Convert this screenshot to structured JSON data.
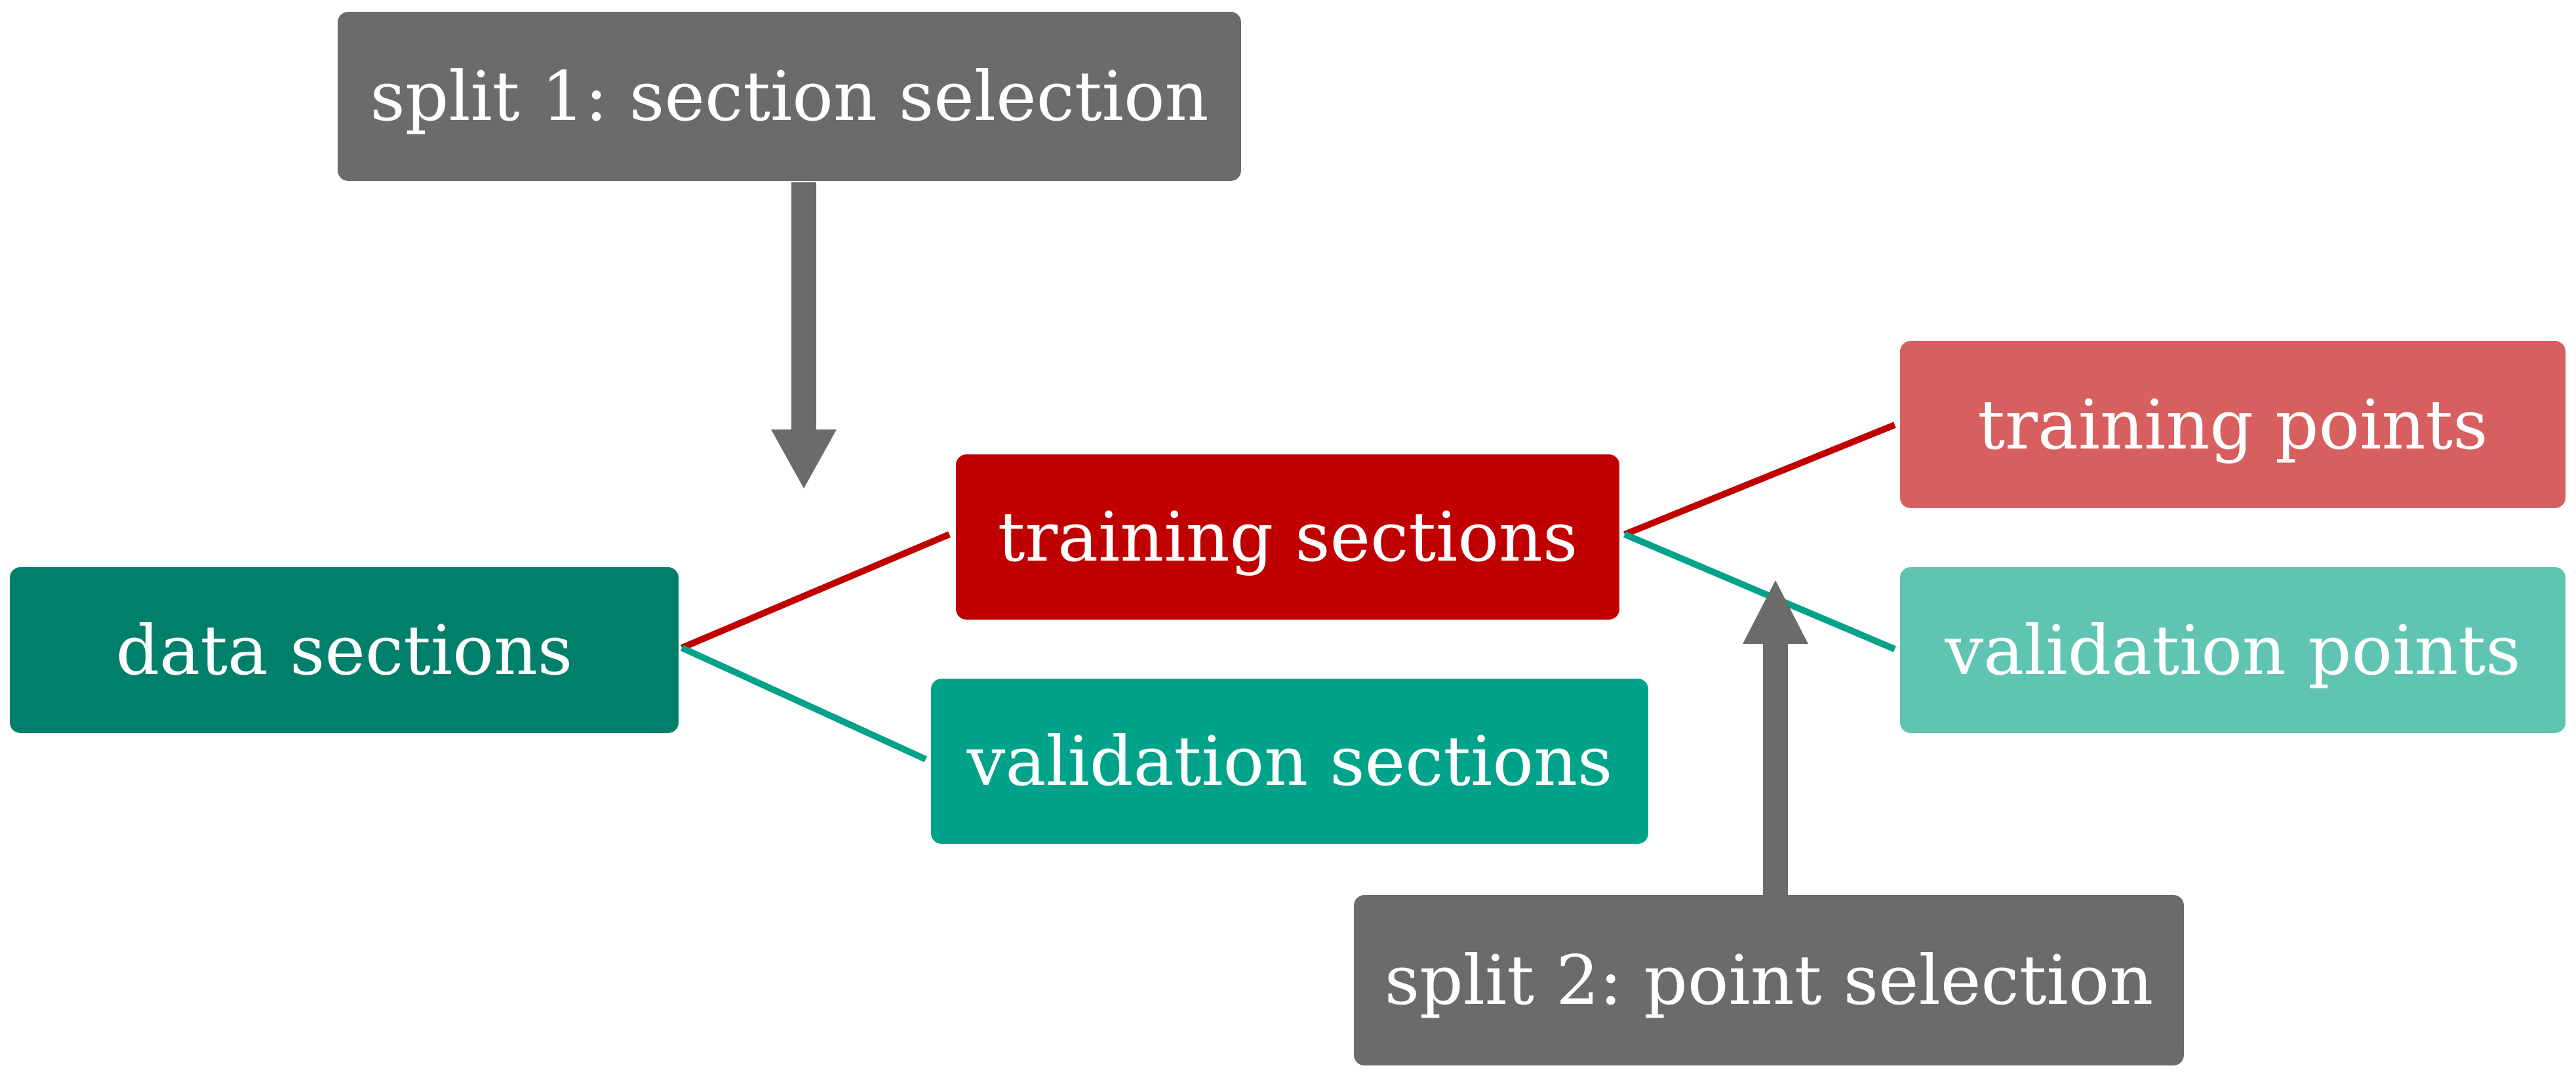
{
  "colors": {
    "gray": "#6b6b6b",
    "dark_teal": "#00806a",
    "dark_red": "#c00000",
    "teal": "#00a38a",
    "light_red": "#d75f5f",
    "light_teal": "#5fc5b2",
    "red_line": "#c00000",
    "teal_line": "#00a38a"
  },
  "nodes": {
    "split1": "split 1: section selection",
    "data_sections": "data sections",
    "training_sections": "training sections",
    "validation_sections": "validation sections",
    "training_points": "training points",
    "validation_points": "validation points",
    "split2": "split 2: point selection"
  }
}
